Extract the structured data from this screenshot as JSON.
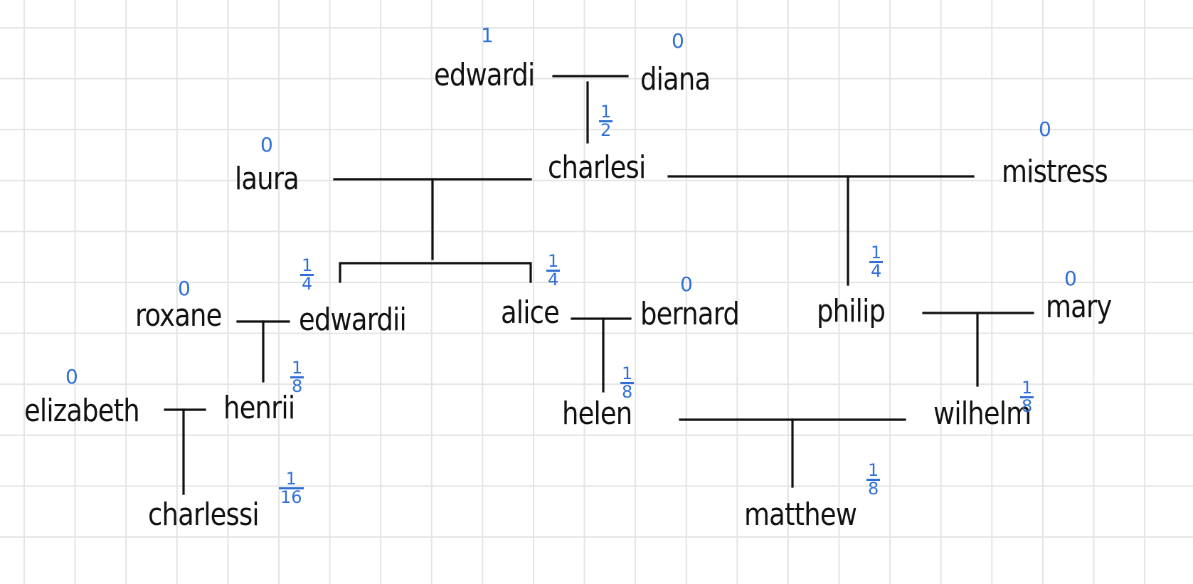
{
  "persons": {
    "edwardi": {
      "name": "edwardi",
      "coefficient": "1"
    },
    "diana": {
      "name": "diana",
      "coefficient": "0"
    },
    "charlesi": {
      "name": "charlesi",
      "coefficient": "1/2"
    },
    "laura": {
      "name": "laura",
      "coefficient": "0"
    },
    "mistress": {
      "name": "mistress",
      "coefficient": "0"
    },
    "roxane": {
      "name": "roxane",
      "coefficient": "0"
    },
    "edwardii": {
      "name": "edwardii",
      "coefficient": "1/4"
    },
    "alice": {
      "name": "alice",
      "coefficient": "1/4"
    },
    "bernard": {
      "name": "bernard",
      "coefficient": "0"
    },
    "philip": {
      "name": "philip",
      "coefficient": "1/4"
    },
    "mary": {
      "name": "mary",
      "coefficient": "0"
    },
    "elizabeth": {
      "name": "elizabeth",
      "coefficient": "0"
    },
    "henrii": {
      "name": "henrii",
      "coefficient": "1/8"
    },
    "helen": {
      "name": "helen",
      "coefficient": "1/8"
    },
    "wilhelm": {
      "name": "wilhelm",
      "coefficient": "1/8"
    },
    "charlesii": {
      "name": "charlessi",
      "coefficient": "1/16"
    },
    "matthew": {
      "name": "matthew",
      "coefficient": "1/8"
    }
  }
}
